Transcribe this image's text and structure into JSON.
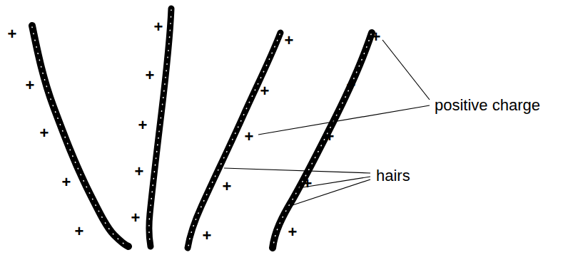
{
  "diagram": {
    "labels": [
      "+",
      "+",
      "+",
      "+",
      "+",
      "+",
      "+",
      "+",
      "+",
      "+",
      "+",
      "+",
      "+",
      "+",
      "+",
      "+",
      "+",
      "+",
      "+",
      "+",
      "positive charge",
      "hairs"
    ]
  }
}
